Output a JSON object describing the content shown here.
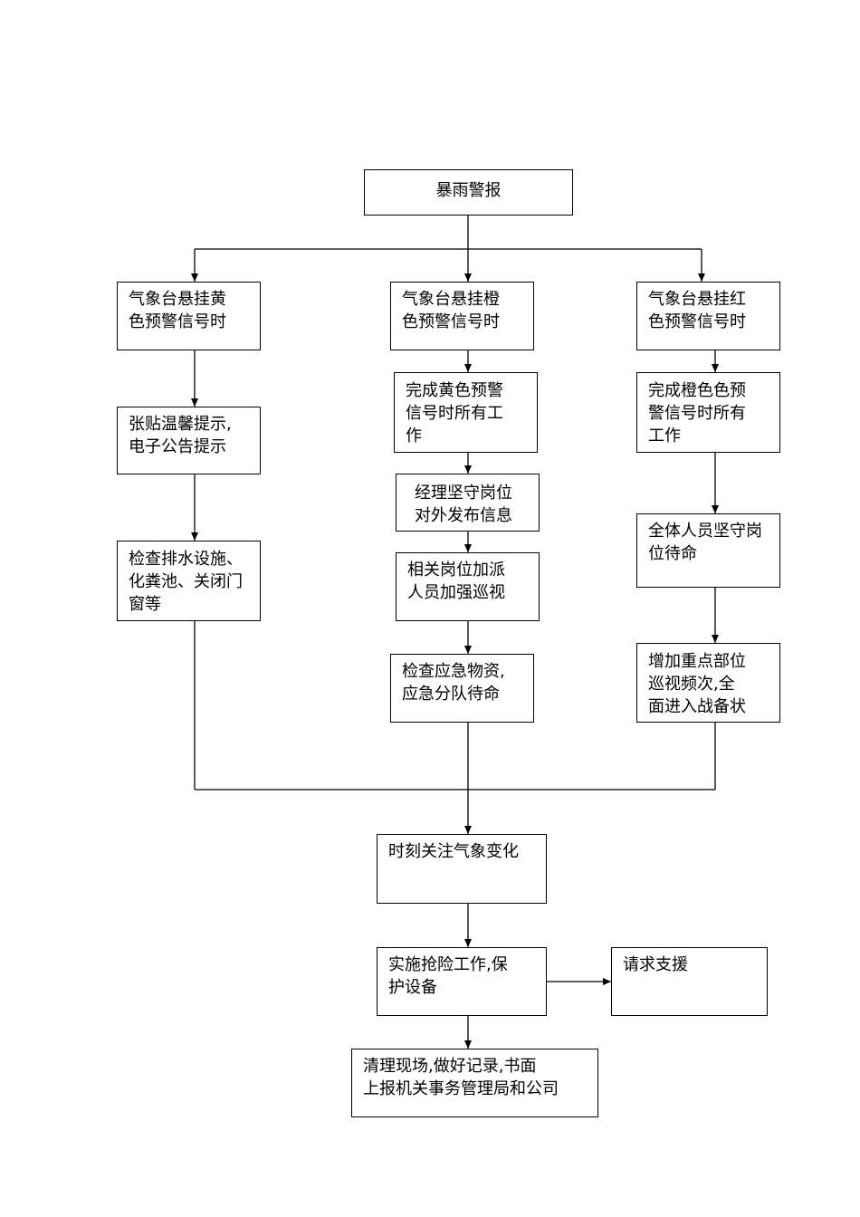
{
  "diagram": {
    "start": {
      "text": "暴雨警报"
    },
    "left": {
      "trigger": {
        "lines": [
          "气象台悬挂黄",
          "色预警信号时"
        ]
      },
      "step1": {
        "lines": [
          "张贴温馨提示,",
          "电子公告提示"
        ]
      },
      "step2": {
        "lines": [
          "检查排水设施、",
          "化粪池、关闭门",
          "窗等"
        ]
      }
    },
    "middle": {
      "trigger": {
        "lines": [
          "气象台悬挂橙",
          "色预警信号时"
        ]
      },
      "step1": {
        "lines": [
          "完成黄色预警",
          " 信号时所有工",
          "作"
        ]
      },
      "step2": {
        "lines": [
          "经理坚守岗位",
          " 对外发布信息"
        ]
      },
      "step3": {
        "lines": [
          "相关岗位加派",
          "人员加强巡视"
        ]
      },
      "step4": {
        "lines": [
          "检查应急物资,",
          "应急分队待命"
        ]
      }
    },
    "right": {
      "trigger": {
        "lines": [
          "气象台悬挂红",
          "色预警信号时"
        ]
      },
      "step1": {
        "lines": [
          "完成橙色色预",
          "警信号时所有",
          "工作"
        ]
      },
      "step2": {
        "lines": [
          "全体人员坚守岗",
          "位待命"
        ]
      },
      "step3": {
        "lines": [
          "增加重点部位",
          "巡视频次,全",
          "面进入战备状"
        ]
      }
    },
    "monitor": {
      "text": "时刻关注气象变化"
    },
    "rescue": {
      "lines": [
        "实施抢险工作,保",
        "护设备"
      ]
    },
    "support": {
      "text": "请求支援"
    },
    "cleanup": {
      "lines": [
        "清理现场,做好记录,书面",
        "上报机关事务管理局和公司"
      ]
    }
  }
}
